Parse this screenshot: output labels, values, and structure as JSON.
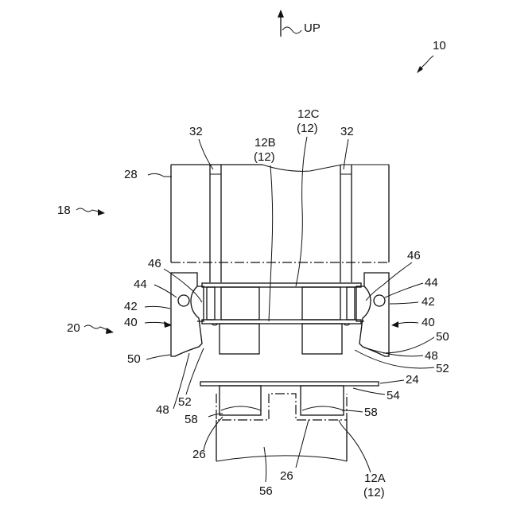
{
  "figure": {
    "direction_label": "UP",
    "ref_labels": {
      "r10": "10",
      "r18": "18",
      "r20": "20",
      "r12c": "12C",
      "r12c_sub": "(12)",
      "r12b": "12B",
      "r12b_sub": "(12)",
      "r12a": "12A",
      "r12a_sub": "(12)",
      "r32_left": "32",
      "r32_right": "32",
      "r28": "28",
      "r46_left": "46",
      "r46_right": "46",
      "r44_left": "44",
      "r44_right": "44",
      "r42_left": "42",
      "r42_right": "42",
      "r40_left": "40",
      "r40_right": "40",
      "r50_left": "50",
      "r50_right": "50",
      "r48_left": "48",
      "r48_right": "48",
      "r52_left": "52",
      "r52_right": "52",
      "r24": "24",
      "r54": "54",
      "r58_left": "58",
      "r58_right": "58",
      "r26_left": "26",
      "r26_mid": "26",
      "r56": "56"
    }
  }
}
